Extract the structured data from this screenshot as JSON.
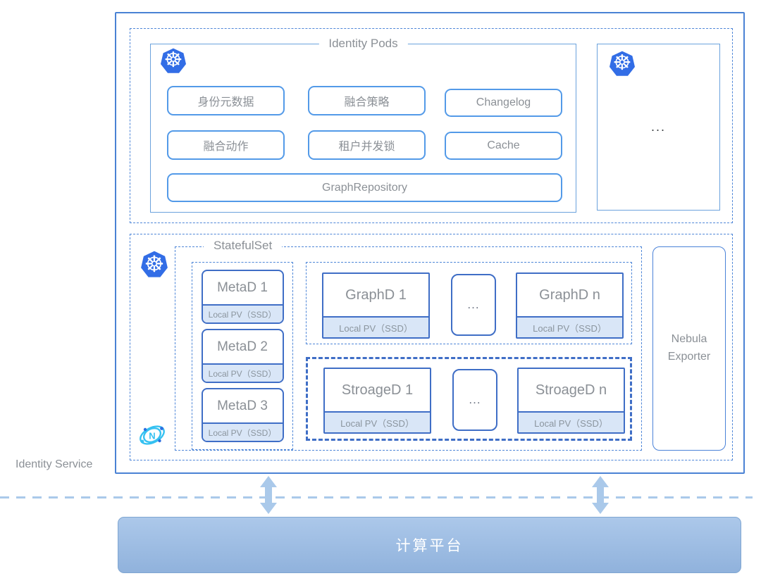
{
  "identity_service": {
    "label": "Identity Service"
  },
  "identity_pods": {
    "title": "Identity Pods",
    "modules": [
      "身份元数据",
      "融合策略",
      "Changelog",
      "融合动作",
      "租户并发锁",
      "Cache"
    ],
    "repository": "GraphRepository"
  },
  "more_pods": {
    "ellipsis": "..."
  },
  "statefulset": {
    "title": "StatefulSet",
    "metad": [
      {
        "name": "MetaD 1",
        "pv": "Local PV（SSD）"
      },
      {
        "name": "MetaD 2",
        "pv": "Local PV（SSD）"
      },
      {
        "name": "MetaD 3",
        "pv": "Local PV（SSD）"
      }
    ],
    "graphd": {
      "first": {
        "name": "GraphD 1",
        "pv": "Local PV（SSD）"
      },
      "ellipsis": "...",
      "last": {
        "name": "GraphD n",
        "pv": "Local PV（SSD）"
      }
    },
    "storaged": {
      "first": {
        "name": "StroageD 1",
        "pv": "Local PV（SSD）"
      },
      "ellipsis": "...",
      "last": {
        "name": "StroageD n",
        "pv": "Local PV（SSD）"
      }
    }
  },
  "nebula_exporter": {
    "label": "Nebula Exporter"
  },
  "compute_platform": {
    "label": "计算平台"
  },
  "icons": {
    "kubernetes_glyph": "☸",
    "nebula_letter": "N"
  },
  "colors": {
    "kubernetes_blue": "#326de6",
    "nebula_cyan": "#35c1f1",
    "card_blue": "#3f6ec6",
    "button_blue": "#539ae8",
    "dashed_blue": "#4e86d8",
    "pv_fill": "#d9e6f7",
    "text_gray": "#8b9096",
    "bar_top": "#acc8ea",
    "bar_bottom": "#90b2dc",
    "arrow_blue": "#aac9ea"
  }
}
